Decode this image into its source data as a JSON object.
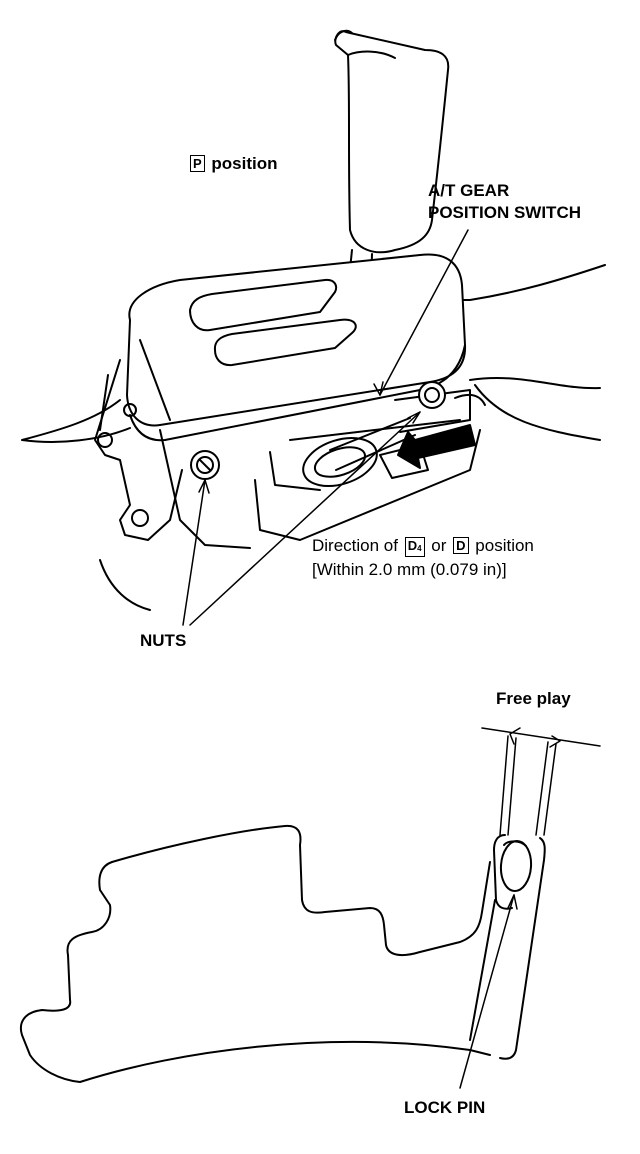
{
  "labels": {
    "p_position": {
      "box": "P",
      "text": "position"
    },
    "gear_switch": {
      "line1": "A/T GEAR",
      "line2": "POSITION SWITCH"
    },
    "direction": {
      "prefix": "Direction of",
      "box1": "D",
      "box1_sub": "4",
      "or": "or",
      "box2": "D",
      "suffix": "position",
      "within": "[Within 2.0 mm (0.079 in)]"
    },
    "nuts": "NUTS",
    "free_play": "Free play",
    "lock_pin": "LOCK PIN"
  }
}
